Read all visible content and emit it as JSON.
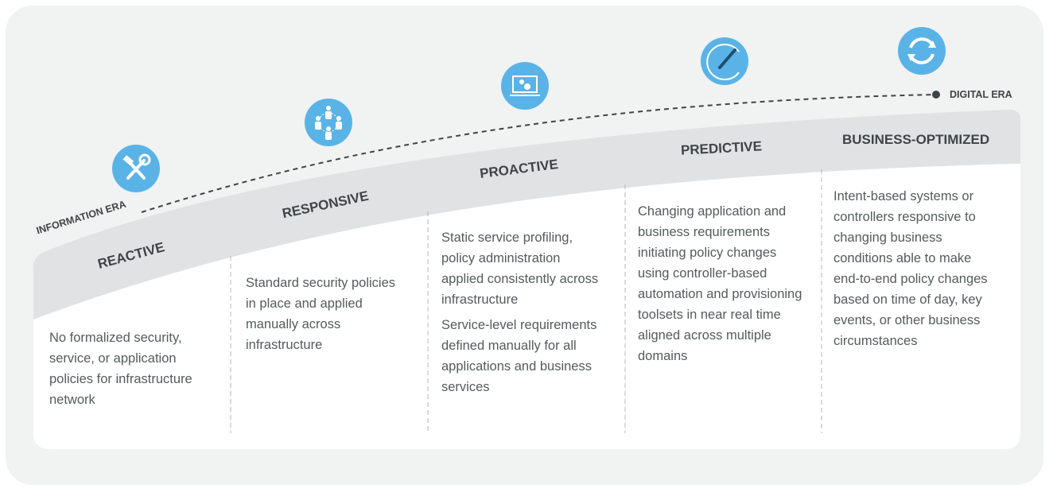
{
  "eras": {
    "start": "INFORMATION ERA",
    "end": "DIGITAL ERA"
  },
  "stages": [
    {
      "name": "REACTIVE",
      "icon": "tools-icon",
      "descriptions": [
        "No formalized security, service, or application policies for infrastructure network"
      ]
    },
    {
      "name": "RESPONSIVE",
      "icon": "people-network-icon",
      "descriptions": [
        "Standard security policies in place and applied manually across infrastructure"
      ]
    },
    {
      "name": "PROACTIVE",
      "icon": "laptop-gears-icon",
      "descriptions": [
        "Static service profiling, policy administration applied consistently across infrastructure",
        "Service-level requirements defined manually for all applications and business services"
      ]
    },
    {
      "name": "PREDICTIVE",
      "icon": "speedometer-icon",
      "descriptions": [
        "Changing application and business requirements initiating policy changes using controller-based automation and provisioning toolsets in near real time aligned across multiple domains"
      ]
    },
    {
      "name": "BUSINESS-OPTIMIZED",
      "icon": "refresh-cycle-icon",
      "descriptions": [
        "Intent-based systems or controllers responsive to changing business conditions able to make end-to-end policy changes based on time of day, key events, or other business circumstances"
      ]
    }
  ],
  "colors": {
    "icon": "#5ab3e6",
    "band": "#e1e2e3",
    "panel": "#f1f2f2"
  }
}
